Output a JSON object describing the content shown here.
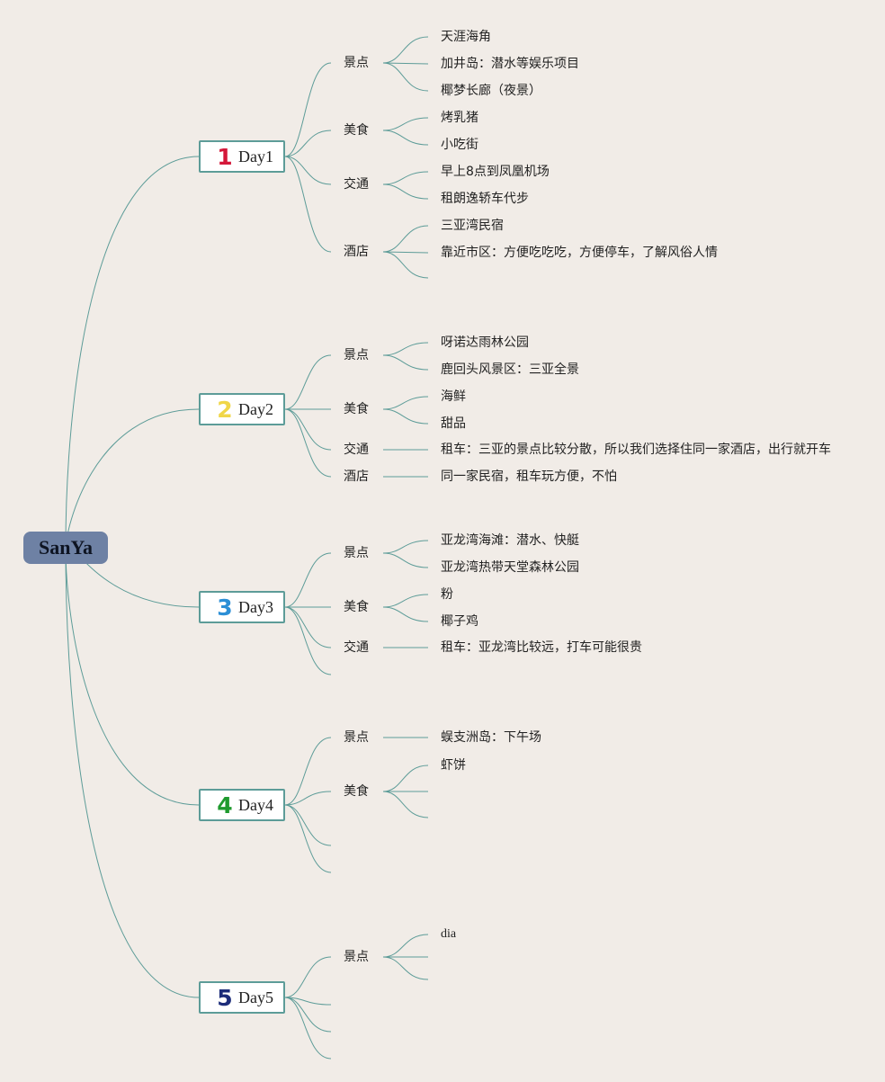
{
  "root": {
    "label": "SanYa"
  },
  "colors": {
    "background": "#f1ece7",
    "edge": "#5d9c98",
    "root_fill": "#6e81a4",
    "day_border": "#5d9c98"
  },
  "days": [
    {
      "number": "1",
      "label": "Day1",
      "number_color": "#d4183a",
      "categories": [
        {
          "label": "景点",
          "items": [
            "天涯海角",
            "加井岛：潜水等娱乐项目",
            "椰梦长廊（夜景）"
          ]
        },
        {
          "label": "美食",
          "items": [
            "烤乳猪",
            "小吃街"
          ]
        },
        {
          "label": "交通",
          "items": [
            "早上8点到凤凰机场",
            "租朗逸轿车代步"
          ]
        },
        {
          "label": "酒店",
          "items": [
            "三亚湾民宿",
            "靠近市区：方便吃吃吃，方便停车，了解风俗人情",
            ""
          ]
        }
      ]
    },
    {
      "number": "2",
      "label": "Day2",
      "number_color": "#f0d648",
      "categories": [
        {
          "label": "景点",
          "items": [
            "呀诺达雨林公园",
            "鹿回头风景区：三亚全景"
          ]
        },
        {
          "label": "美食",
          "items": [
            "海鲜",
            "甜品"
          ]
        },
        {
          "label": "交通",
          "items": [
            "租车：三亚的景点比较分散，所以我们选择住同一家酒店，出行就开车"
          ]
        },
        {
          "label": "酒店",
          "items": [
            "同一家民宿，租车玩方便，不怕"
          ]
        }
      ]
    },
    {
      "number": "3",
      "label": "Day3",
      "number_color": "#2c8fd6",
      "categories": [
        {
          "label": "景点",
          "items": [
            "亚龙湾海滩：潜水、快艇",
            "亚龙湾热带天堂森林公园"
          ]
        },
        {
          "label": "美食",
          "items": [
            "粉",
            "椰子鸡"
          ]
        },
        {
          "label": "交通",
          "items": [
            "租车：亚龙湾比较远，打车可能很贵"
          ]
        },
        {
          "label": "",
          "items": []
        }
      ]
    },
    {
      "number": "4",
      "label": "Day4",
      "number_color": "#1f9a2e",
      "categories": [
        {
          "label": "景点",
          "items": [
            "蜈支洲岛：下午场"
          ]
        },
        {
          "label": "美食",
          "items": [
            "虾饼",
            "",
            ""
          ]
        },
        {
          "label": "",
          "items": []
        },
        {
          "label": "",
          "items": []
        }
      ]
    },
    {
      "number": "5",
      "label": "Day5",
      "number_color": "#1d2d7a",
      "categories": [
        {
          "label": "景点",
          "items": [
            "dia",
            "",
            ""
          ]
        },
        {
          "label": "",
          "items": []
        },
        {
          "label": "",
          "items": []
        },
        {
          "label": "",
          "items": []
        }
      ]
    }
  ]
}
